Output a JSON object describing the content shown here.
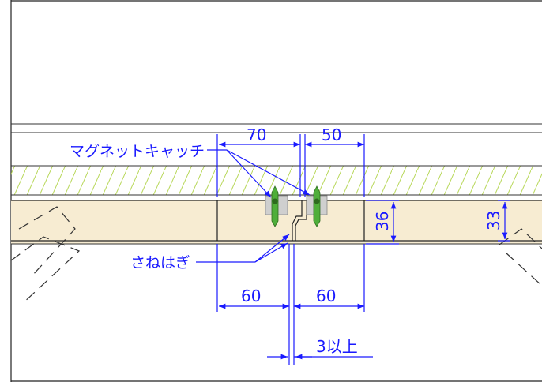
{
  "labels": {
    "magnet_catch": "マグネットキャッチ",
    "tongue_groove": "さねはぎ",
    "gap_min": "3以上"
  },
  "dimensions": {
    "top_left": "70",
    "top_right": "50",
    "bottom_left": "60",
    "bottom_right": "60",
    "thickness_center": "36",
    "thickness_right": "33"
  },
  "colors": {
    "dimension": "#1a1aff",
    "wood": "#f7ecd2",
    "hatch": "#b8d85a",
    "magnet_green": "#4fae3a",
    "lines": "#222222"
  }
}
